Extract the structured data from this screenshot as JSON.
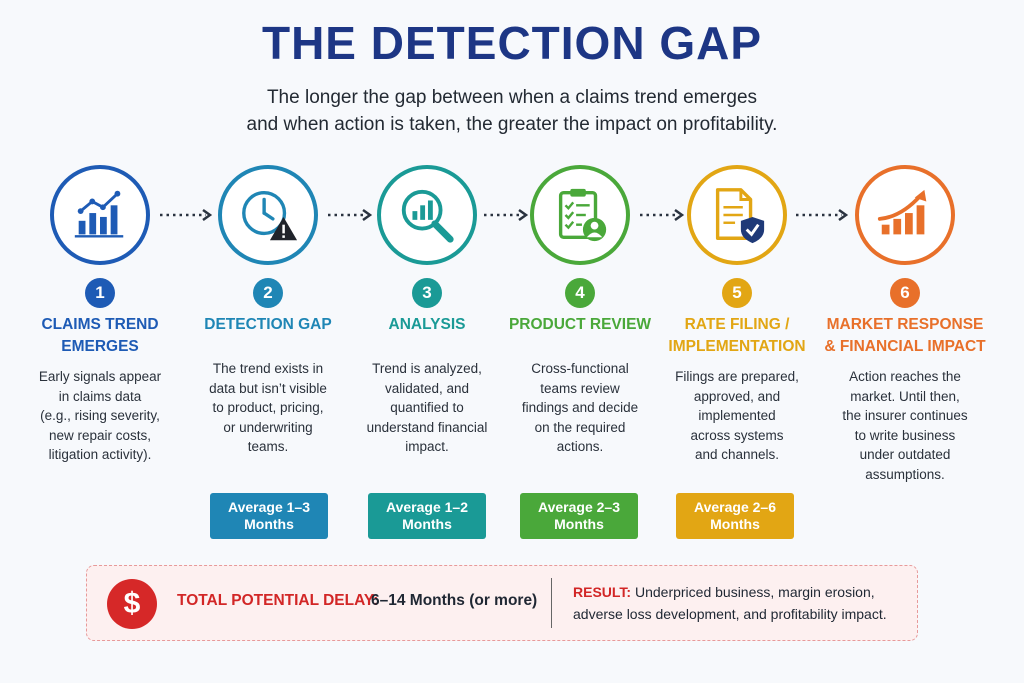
{
  "header": {
    "title": "THE DETECTION GAP",
    "subtitle_line1": "The longer the gap between when a claims trend emerges",
    "subtitle_line2": "and when action is taken, the greater the impact on profitability."
  },
  "colors": {
    "step1": "#1e5bb5",
    "step2": "#1f86b5",
    "step3": "#1a9a96",
    "step4": "#4aa83a",
    "step5": "#e2a614",
    "step6": "#e8702a",
    "alert": "#d62828"
  },
  "steps": [
    {
      "number": "1",
      "icon": "bar-chart-trend-icon",
      "title_lines": [
        "CLAIMS TREND",
        "EMERGES"
      ],
      "desc_lines": [
        "Early signals appear",
        "in claims data",
        "(e.g., rising severity,",
        "new repair costs,",
        "litigation activity)."
      ]
    },
    {
      "number": "2",
      "icon": "clock-warning-icon",
      "title_lines": [
        "DETECTION GAP",
        ""
      ],
      "desc_lines": [
        "The trend exists in",
        "data but isn’t visible",
        "to product, pricing,",
        "or underwriting",
        "teams."
      ],
      "badge_lines": [
        "Average 1–3",
        "Months"
      ]
    },
    {
      "number": "3",
      "icon": "magnifier-chart-icon",
      "title_lines": [
        "ANALYSIS",
        ""
      ],
      "desc_lines": [
        "Trend is analyzed,",
        "validated, and",
        "quantified to",
        "understand financial",
        "impact."
      ],
      "badge_lines": [
        "Average 1–2",
        "Months"
      ]
    },
    {
      "number": "4",
      "icon": "clipboard-checklist-icon",
      "title_lines": [
        "PRODUCT REVIEW",
        ""
      ],
      "desc_lines": [
        "Cross-functional",
        "teams review",
        "findings and decide",
        "on the required",
        "actions."
      ],
      "badge_lines": [
        "Average 2–3",
        "Months"
      ]
    },
    {
      "number": "5",
      "icon": "document-shield-icon",
      "title_lines": [
        "RATE FILING /",
        "IMPLEMENTATION"
      ],
      "desc_lines": [
        "Filings are prepared,",
        "approved, and",
        "implemented",
        "across systems",
        "and channels."
      ],
      "badge_lines": [
        "Average 2–6",
        "Months"
      ]
    },
    {
      "number": "6",
      "icon": "growth-chart-arrow-icon",
      "title_lines": [
        "MARKET RESPONSE",
        "& FINANCIAL IMPACT"
      ],
      "desc_lines": [
        "Action reaches the",
        "market. Until then,",
        "the insurer continues",
        "to write business",
        "under outdated",
        "assumptions."
      ]
    }
  ],
  "summary": {
    "dollar_symbol": "$",
    "delay_label": "TOTAL POTENTIAL DELAY:",
    "delay_value": "6–14 Months (or more)",
    "result_label": "RESULT:",
    "result_line1": "Underpriced business, margin erosion,",
    "result_line2": "adverse loss development, and profitability impact."
  }
}
